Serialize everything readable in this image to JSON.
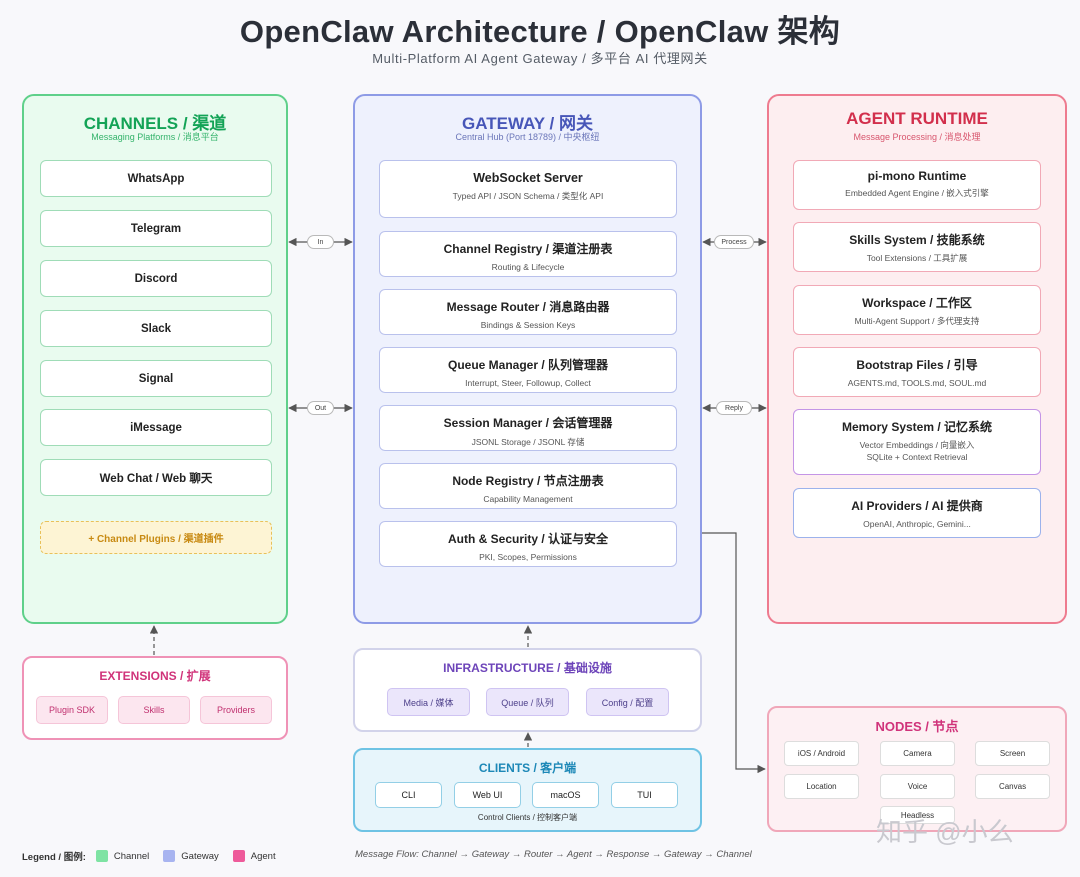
{
  "header": {
    "title": "OpenClaw Architecture / OpenClaw 架构",
    "subtitle": "Multi-Platform AI Agent Gateway / 多平台 AI 代理网关"
  },
  "channels": {
    "title": "CHANNELS / 渠道",
    "subtitle": "Messaging Platforms / 消息平台",
    "items": [
      "WhatsApp",
      "Telegram",
      "Discord",
      "Slack",
      "Signal",
      "iMessage",
      "Web Chat / Web 聊天"
    ],
    "plugins": "+ Channel Plugins / 渠道插件"
  },
  "gateway": {
    "title": "GATEWAY / 网关",
    "subtitle": "Central Hub (Port 18789) / 中央枢纽",
    "items": [
      {
        "title": "WebSocket Server",
        "sub": "Typed API / JSON Schema / 类型化 API"
      },
      {
        "title": "Channel Registry / 渠道注册表",
        "sub": "Routing & Lifecycle"
      },
      {
        "title": "Message Router / 消息路由器",
        "sub": "Bindings & Session Keys"
      },
      {
        "title": "Queue Manager / 队列管理器",
        "sub": "Interrupt, Steer, Followup, Collect"
      },
      {
        "title": "Session Manager / 会话管理器",
        "sub": "JSONL Storage / JSONL 存储"
      },
      {
        "title": "Node Registry / 节点注册表",
        "sub": "Capability Management"
      },
      {
        "title": "Auth & Security / 认证与安全",
        "sub": "PKI, Scopes, Permissions"
      }
    ]
  },
  "agent": {
    "title": "AGENT RUNTIME",
    "subtitle": "Message Processing / 消息处理",
    "items": [
      {
        "title": "pi-mono Runtime",
        "sub": "Embedded Agent Engine / 嵌入式引擎",
        "sub2": ""
      },
      {
        "title": "Skills System / 技能系统",
        "sub": "Tool Extensions / 工具扩展",
        "sub2": ""
      },
      {
        "title": "Workspace / 工作区",
        "sub": "Multi-Agent Support / 多代理支持",
        "sub2": ""
      },
      {
        "title": "Bootstrap Files / 引导",
        "sub": "AGENTS.md, TOOLS.md, SOUL.md",
        "sub2": ""
      },
      {
        "title": "Memory System / 记忆系统",
        "sub": "Vector Embeddings / 向量嵌入",
        "sub2": "SQLite + Context Retrieval"
      },
      {
        "title": "AI Providers / AI 提供商",
        "sub": "OpenAI, Anthropic, Gemini...",
        "sub2": ""
      }
    ]
  },
  "flows": {
    "in": "In",
    "out": "Out",
    "process": "Process",
    "reply": "Reply"
  },
  "extensions": {
    "title": "EXTENSIONS / 扩展",
    "items": [
      "Plugin SDK",
      "Skills",
      "Providers"
    ]
  },
  "infrastructure": {
    "title": "INFRASTRUCTURE / 基础设施",
    "items": [
      "Media / 媒体",
      "Queue / 队列",
      "Config / 配置"
    ]
  },
  "clients": {
    "title": "CLIENTS / 客户端",
    "items": [
      "CLI",
      "Web UI",
      "macOS",
      "TUI"
    ],
    "subtitle": "Control Clients / 控制客户端"
  },
  "nodes": {
    "title": "NODES / 节点",
    "items": [
      "iOS / Android",
      "Camera",
      "Screen",
      "Location",
      "Voice",
      "Canvas",
      "Headless"
    ]
  },
  "legend": {
    "label": "Legend / 图例:",
    "items": [
      {
        "label": "Channel",
        "color": "#7ee3a3"
      },
      {
        "label": "Gateway",
        "color": "#a8b4f0"
      },
      {
        "label": "Agent",
        "color": "#ee5a9a"
      }
    ]
  },
  "message_flow": "Message Flow: Channel → Gateway → Router → Agent → Response → Gateway → Channel",
  "watermark": "知乎 @小么"
}
